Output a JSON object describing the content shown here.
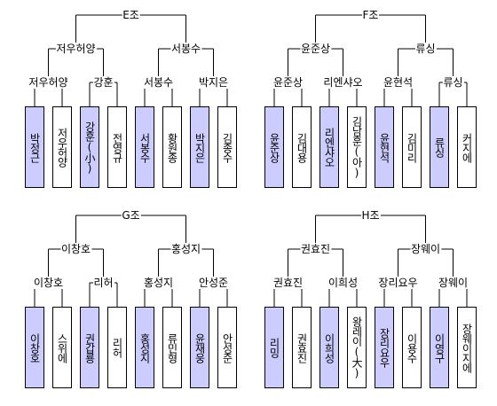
{
  "groups": [
    {
      "title": "E조",
      "winner": "저우허양",
      "runner": "서봉수",
      "semis": [
        "저우허양",
        "강훈",
        "서봉수",
        "박지은"
      ],
      "players": [
        "박정근",
        "저우허양",
        "강훈(小)",
        "전영규",
        "서봉수",
        "황원종",
        "박지은",
        "김종수"
      ],
      "highlighted": [
        0,
        2,
        4,
        6
      ]
    },
    {
      "title": "F조",
      "winner": "윤준상",
      "runner": "류싱",
      "semis": [
        "윤준상",
        "리엔샤오",
        "윤현석",
        "류싱"
      ],
      "players": [
        "윤준상",
        "김대용",
        "리엔샤오",
        "김남훈(아)",
        "윤현석",
        "김미리",
        "류싱",
        "커지에"
      ],
      "highlighted": [
        0,
        2,
        4,
        6
      ]
    },
    {
      "title": "G조",
      "winner": "이창호",
      "runner": "홍성지",
      "semis": [
        "이창호",
        "리허",
        "홍성지",
        "안성준"
      ],
      "players": [
        "이창호",
        "스위에",
        "권갑룡",
        "리허",
        "홍성지",
        "류민형",
        "윤재웅",
        "안성준"
      ],
      "highlighted": [
        0,
        2,
        4,
        6
      ]
    },
    {
      "title": "H조",
      "winner": "권효진",
      "runner": "장웨이",
      "semis": [
        "권효진",
        "이희성",
        "장리요우",
        "장웨이"
      ],
      "players": [
        "리밍",
        "권효진",
        "이희성",
        "왕레이(大)",
        "장리요우",
        "이용수",
        "이영구",
        "장웨이지에"
      ],
      "highlighted": [
        0,
        2,
        4,
        6
      ]
    }
  ]
}
